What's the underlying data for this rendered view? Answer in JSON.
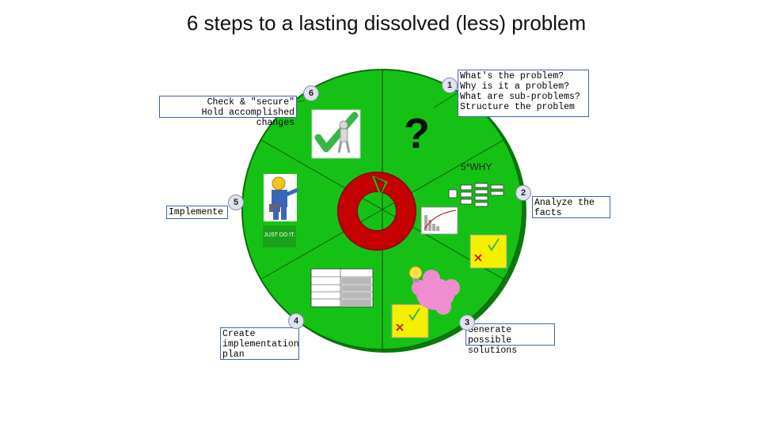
{
  "title": "6 steps to a lasting dissolved (less) problem",
  "steps": [
    {
      "number": "1",
      "text": "What's the problem?\nWhy is it a problem?\nWhat are sub-problems?\nStructure the problem"
    },
    {
      "number": "2",
      "text": "Analyze the\nfacts"
    },
    {
      "number": "3",
      "text": "Generate\npossible solutions"
    },
    {
      "number": "4",
      "text": "Create\nimplementation\nplan"
    },
    {
      "number": "5",
      "text": "Implemente"
    },
    {
      "number": "6",
      "text": "Check & \"secure\"\nHold accomplished changes"
    }
  ],
  "labels": {
    "question_mark": "?",
    "five_why": "5*WHY",
    "just_do_it": "JUST DO IT."
  },
  "colors": {
    "wheel": "#16c116",
    "arrow": "#c00000",
    "check": "#39b54a",
    "cloud": "#f08cd0",
    "callout_border": "#3b63a8"
  }
}
